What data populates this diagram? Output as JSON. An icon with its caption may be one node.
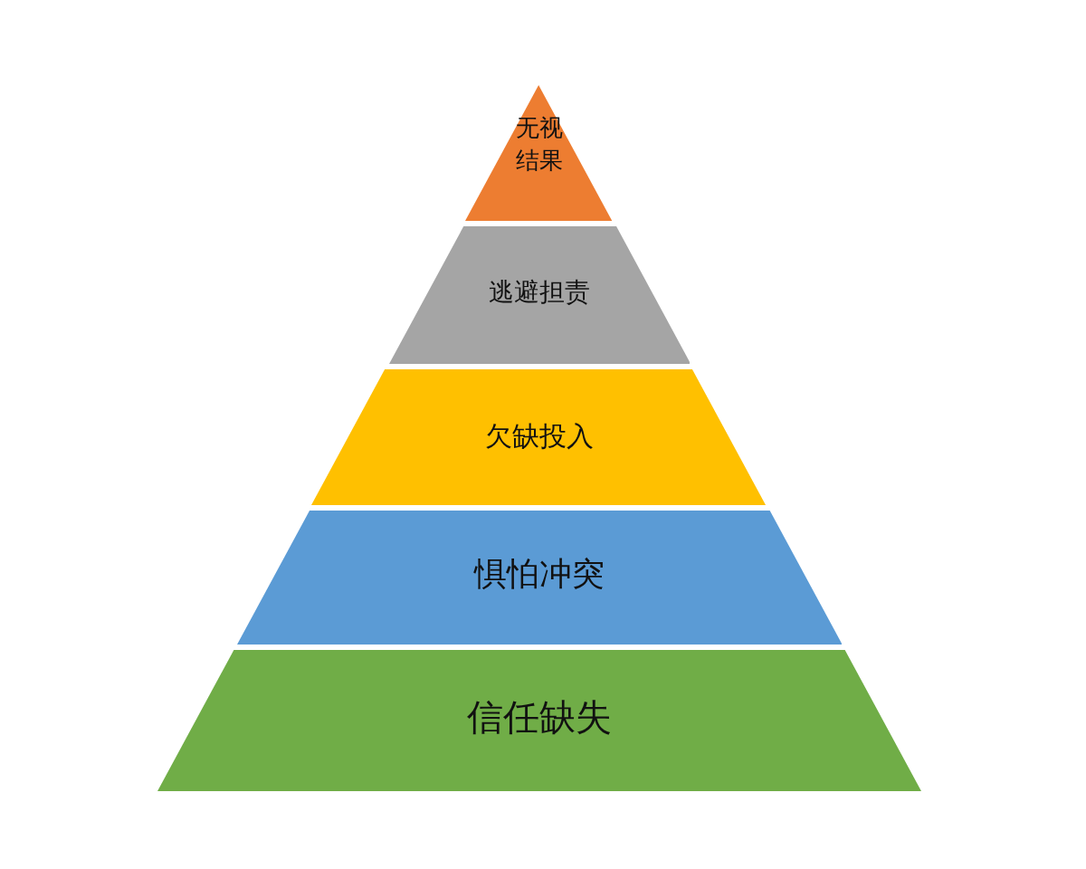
{
  "diagram": {
    "nodes": [
      {
        "text": [
          "无视结果"
        ]
      },
      {
        "text": [
          "逃避担责"
        ]
      },
      {
        "text": [
          "欠缺投入"
        ]
      },
      {
        "text": [
          "惧怕冲突"
        ]
      },
      {
        "text": [
          "信任缺失"
        ]
      }
    ]
  }
}
